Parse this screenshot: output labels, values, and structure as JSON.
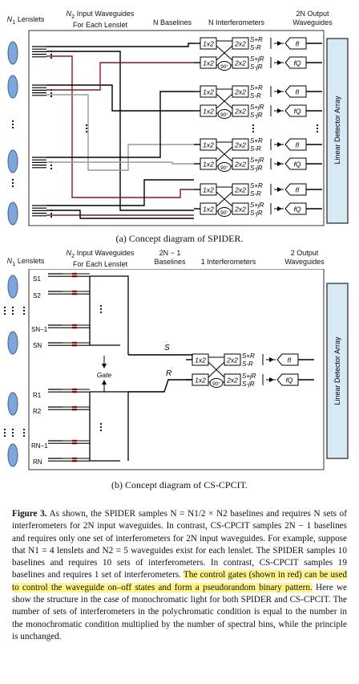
{
  "figA": {
    "headers": {
      "lenslets": "N",
      "lenslets_sub": "1",
      "lenslets_tail": " Lenslets",
      "inputs_n": "N",
      "inputs_sub": "2",
      "inputs_l1": " Input Waveguides",
      "inputs_l2": "For Each Lenslet",
      "baselines": "N Baselines",
      "interf": "N Interferometers",
      "outputs_l1": "2N Output",
      "outputs_l2": "Waveguides"
    },
    "detector": "Linear Detector Array",
    "caption": "(a) Concept diagram of SPIDER."
  },
  "figB": {
    "headers": {
      "lenslets": "N",
      "lenslets_sub": "1",
      "lenslets_tail": " Lenslets",
      "inputs_n": "N",
      "inputs_sub": "2",
      "inputs_l1": " Input Waveguides",
      "inputs_l2": "For Each Lenslet",
      "baselines_l1": "2N − 1",
      "baselines_l2": "Baselines",
      "interf": "1 Interferometers",
      "outputs_l1": "2 Output",
      "outputs_l2": "Waveguides"
    },
    "labels_s": [
      "S1",
      "S2",
      "SN−1",
      "SN"
    ],
    "labels_r": [
      "R1",
      "R2",
      "RN−1",
      "RN"
    ],
    "gate": "Gate",
    "s_line": "S",
    "r_line": "R",
    "detector": "Linear Detector Array",
    "caption": "(b) Concept diagram of CS-CPCIT."
  },
  "components": {
    "coupler1": "1x2",
    "coupler2": "2x2",
    "phase": "90°",
    "out_sr_plus": "S+R",
    "out_sr_minus": "S-R",
    "out_sjr_plus": "S+jR",
    "out_sjr_minus": "S-jR",
    "fi": "fI",
    "fq": "fQ"
  },
  "paragraph": {
    "lead": "Figure 3.",
    "part1": " As shown, the SPIDER samples N = N1/2 × N2 baselines and requires N sets of interferometers for 2N input waveguides. In contrast, CS-CPCIT samples 2N − 1 baselines and requires only one set of interferometers for 2N input waveguides. For example, suppose that N1 = 4 lenslets and N2 = 5 waveguides exist for each lenslet. The SPIDER samples 10 baselines and requires 10 sets of interferometers. In contrast, CS-CPCIT samples 19 baselines and requires 1 set of interferometers. ",
    "highlight": "The control gates (shown in red) can be used to control the waveguide on–off states and form a pseudorandom binary pattern.",
    "part2": " Here we show the structure in the case of monochromatic light for both SPIDER and CS-CPCIT. The number of sets of interferometers in the polychromatic condition is equal to the number in the monochromatic condition multiplied by the number of spectral bins, while the principle is unchanged."
  },
  "colors": {
    "red_line": "#8b1a1a",
    "gray_line": "#9a9a9a",
    "lens_fill": "#7fa6db",
    "lens_stroke": "#3c5f97",
    "detector_fill": "#d7eaf3",
    "gate_red": "#e8332b",
    "highlight": "#fff38a"
  }
}
